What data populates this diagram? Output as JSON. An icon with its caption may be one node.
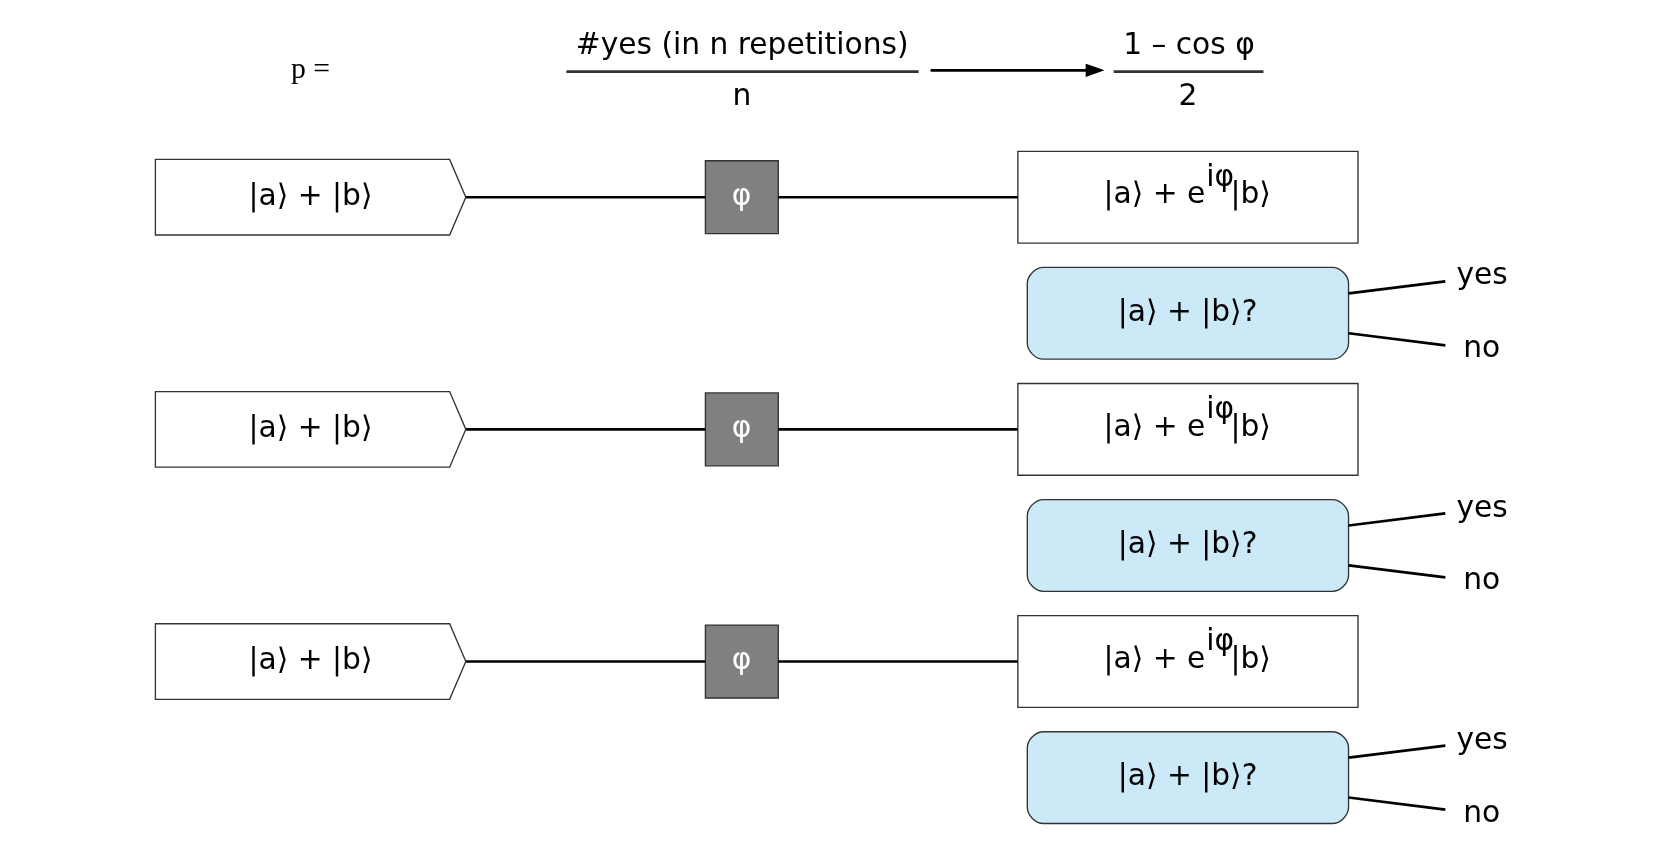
{
  "diagram": {
    "nodes": [
      {
        "text": [
          "|a⟩ + |b⟩"
        ]
      },
      {
        "text": [
          "φ"
        ]
      },
      {
        "text": [
          "|a⟩ + e$^{iφ}$|b⟩"
        ]
      },
      {
        "text": [
          "|a⟩ + |b⟩?"
        ]
      },
      {
        "text": [
          "yes"
        ]
      },
      {
        "text": [
          "no"
        ]
      },
      {
        "text": [
          "|a⟩ + |b⟩"
        ]
      },
      {
        "text": [
          "φ"
        ]
      },
      {
        "text": [
          "|a⟩ + e$^{iφ}$|b⟩"
        ]
      },
      {
        "text": [
          "|a⟩ + |b⟩?"
        ]
      },
      {
        "text": [
          "yes"
        ]
      },
      {
        "text": [
          "no"
        ]
      },
      {
        "text": [
          "|a⟩ + |b⟩"
        ]
      },
      {
        "text": [
          "φ"
        ]
      },
      {
        "text": [
          "|a⟩ + e$^{iφ}$|b⟩"
        ]
      },
      {
        "text": [
          "|a⟩ + |b⟩?"
        ]
      },
      {
        "text": [
          "yes"
        ]
      },
      {
        "text": [
          "no"
        ]
      },
      {
        "text": [
          "#yes (in n repetitions)",
          "n"
        ]
      },
      {
        "text": [
          "1 – cos φ",
          "2"
        ]
      }
    ],
    "edges": [
      {
        "from": 0,
        "to": 1,
        "arrow": "none"
      },
      {
        "from": 1,
        "to": 2,
        "arrow": "none"
      },
      {
        "from": 3,
        "to": 4,
        "arrow": "none"
      },
      {
        "from": 3,
        "to": 5,
        "arrow": "none"
      },
      {
        "from": 6,
        "to": 7,
        "arrow": "none"
      },
      {
        "from": 7,
        "to": 8,
        "arrow": "none"
      },
      {
        "from": 9,
        "to": 10,
        "arrow": "none"
      },
      {
        "from": 9,
        "to": 11,
        "arrow": "none"
      },
      {
        "from": 12,
        "to": 13,
        "arrow": "none"
      },
      {
        "from": 13,
        "to": 14,
        "arrow": "none"
      },
      {
        "from": 15,
        "to": 16,
        "arrow": "none"
      },
      {
        "from": 15,
        "to": 17,
        "arrow": "none"
      },
      {
        "from": 18,
        "to": 19,
        "arrow": "to"
      }
    ],
    "labels": [
      "p ="
    ]
  }
}
